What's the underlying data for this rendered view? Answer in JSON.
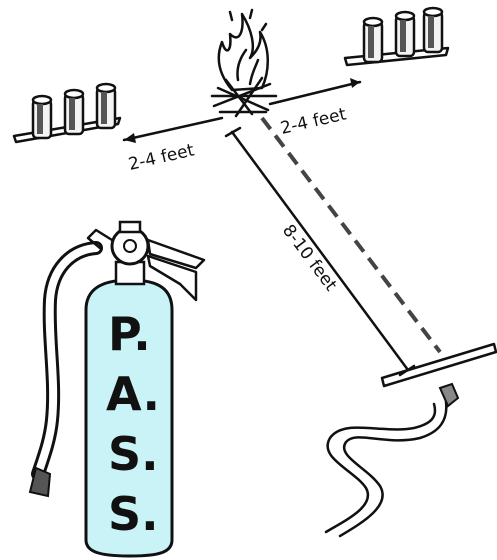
{
  "diagram": {
    "label_left_distance": "2-4 feet",
    "label_right_distance": "2-4 feet",
    "label_diagonal_distance": "8-10 feet",
    "extinguisher_text": [
      "P.",
      "A.",
      "S.",
      "S."
    ],
    "colors": {
      "ink": "#111111",
      "extinguisher_fill": "#c9f3f6",
      "flame": "#f4f4f4"
    },
    "icons": {
      "fire": "campfire-icon",
      "barrels": "barrels-icon",
      "extinguisher": "fire-extinguisher-icon",
      "hose": "hose-icon"
    }
  }
}
